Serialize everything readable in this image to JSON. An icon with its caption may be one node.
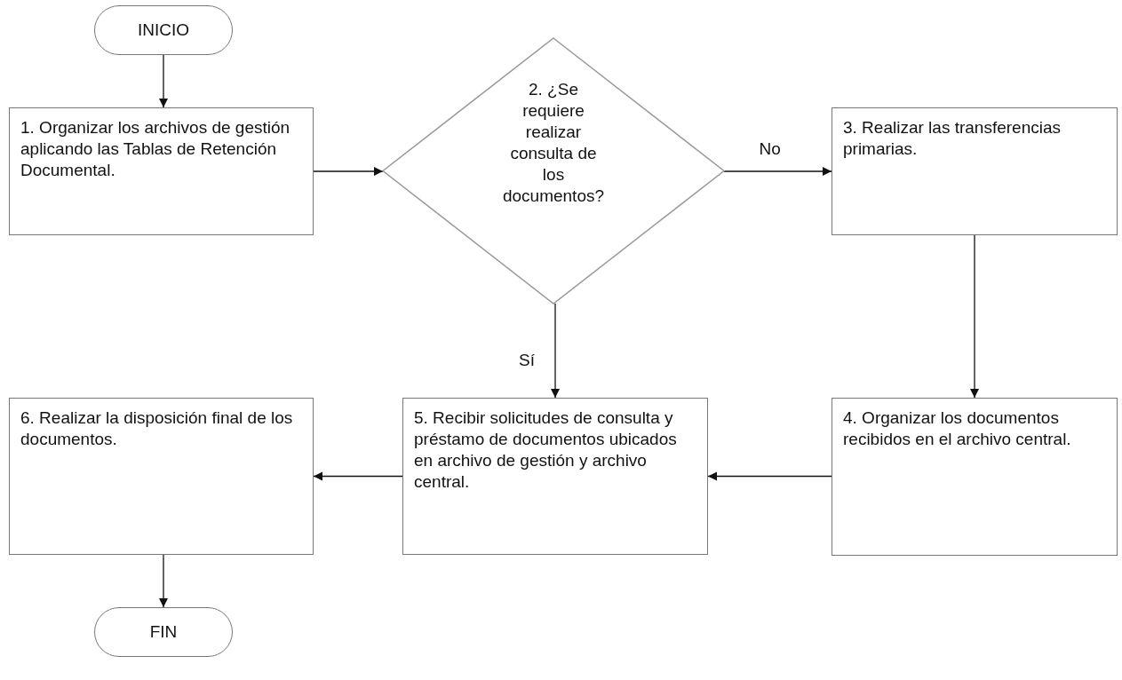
{
  "diagram": {
    "nodes": [
      {
        "text": [
          "INICIO"
        ]
      },
      {
        "text": [
          "1. Organizar los archivos de gestión aplicando las Tablas de Retención Documental."
        ]
      },
      {
        "text": [
          "2. ¿Se requiere realizar consulta de los documentos?"
        ]
      },
      {
        "text": [
          "3. Realizar las transferencias primarias."
        ]
      },
      {
        "text": [
          "4. Organizar los documentos recibidos en el archivo central."
        ]
      },
      {
        "text": [
          "5. Recibir solicitudes de consulta y préstamo de documentos ubicados en archivo de gestión y archivo central."
        ]
      },
      {
        "text": [
          "6. Realizar la disposición final de los documentos."
        ]
      },
      {
        "text": [
          "FIN"
        ]
      }
    ],
    "edges": [
      {
        "from": 0,
        "to": 1,
        "arrow": "to"
      },
      {
        "from": 1,
        "to": 2,
        "arrow": "to"
      },
      {
        "from": 2,
        "to": 3,
        "arrow": "to",
        "label": "No"
      },
      {
        "from": 3,
        "to": 4,
        "arrow": "to"
      },
      {
        "from": 2,
        "to": 5,
        "arrow": "to",
        "label": "Sí"
      },
      {
        "from": 4,
        "to": 5,
        "arrow": "to"
      },
      {
        "from": 5,
        "to": 6,
        "arrow": "to"
      },
      {
        "from": 6,
        "to": 7,
        "arrow": "to"
      }
    ]
  }
}
